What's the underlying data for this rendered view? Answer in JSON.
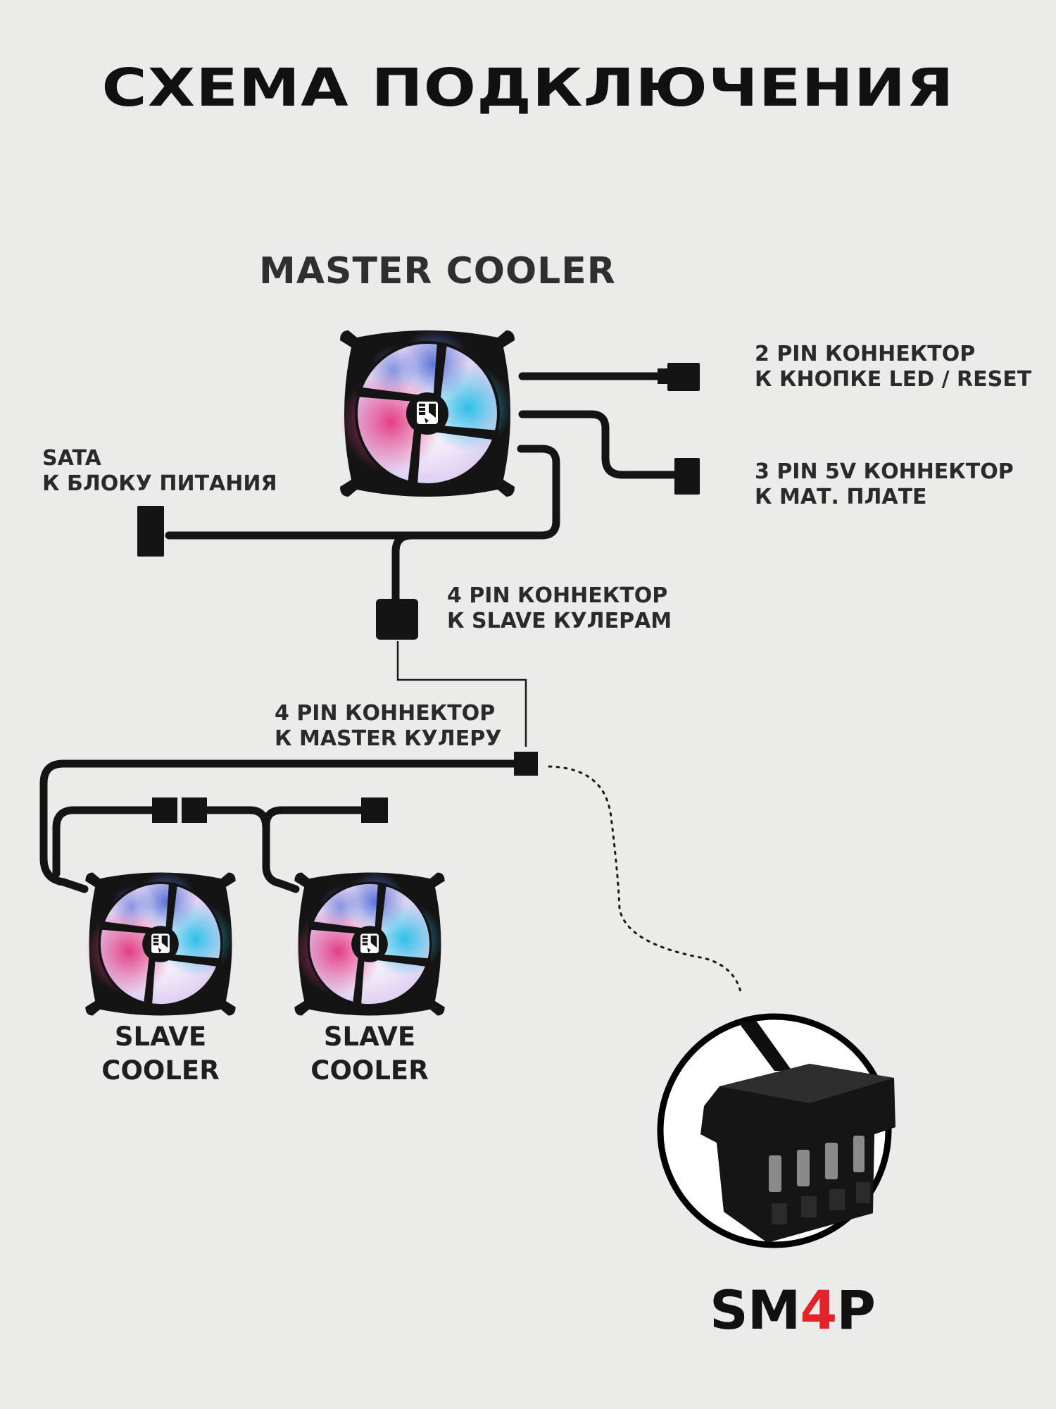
{
  "title": "СХЕМА ПОДКЛЮЧЕНИЯ",
  "master_label": "MASTER COOLER",
  "connectors": {
    "pin2": [
      "2 PIN КОННЕКТОР",
      "К КНОПКЕ LED / RESET"
    ],
    "pin3": [
      "3 PIN 5V КОННЕКТОР",
      "К МАТ. ПЛАТЕ"
    ],
    "sata": [
      "SATA",
      "К БЛОКУ ПИТАНИЯ"
    ],
    "pin4_slave": [
      "4 PIN КОННЕКТОР",
      "К SLAVE КУЛЕРАМ"
    ],
    "pin4_master": [
      "4 PIN КОННЕКТОР",
      "К MASTER КУЛЕРУ"
    ]
  },
  "slaves": [
    [
      "SLAVE",
      "COOLER"
    ],
    [
      "SLAVE",
      "COOLER"
    ]
  ],
  "logo": {
    "prefix": "SM",
    "accent": "4",
    "suffix": "P"
  },
  "colors": {
    "background": "#ebebea",
    "cable": "#141414",
    "logo_accent": "#e2232a"
  }
}
